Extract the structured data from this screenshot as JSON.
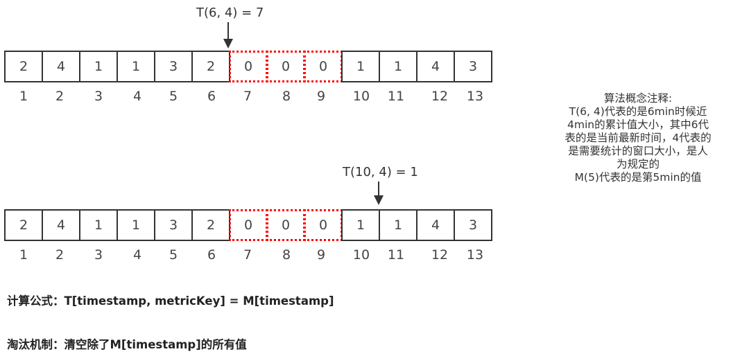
{
  "diagram": {
    "top_pointer": {
      "label": "T(6, 4) = 7",
      "points_after_index": 6
    },
    "bottom_pointer": {
      "label": "T(10, 4) = 1",
      "points_after_index": 10
    },
    "top_row": {
      "values": [
        "2",
        "4",
        "1",
        "1",
        "3",
        "2",
        "0",
        "0",
        "0",
        "1",
        "1",
        "4",
        "3"
      ],
      "indices": [
        "1",
        "2",
        "3",
        "4",
        "5",
        "6",
        "7",
        "8",
        "9",
        "10",
        "11",
        "12",
        "13"
      ],
      "cleared_cells": [
        7,
        8,
        9
      ]
    },
    "bottom_row": {
      "values": [
        "2",
        "4",
        "1",
        "1",
        "3",
        "2",
        "0",
        "0",
        "0",
        "1",
        "1",
        "4",
        "3"
      ],
      "indices": [
        "1",
        "2",
        "3",
        "4",
        "5",
        "6",
        "7",
        "8",
        "9",
        "10",
        "11",
        "12",
        "13"
      ],
      "cleared_cells": [
        7,
        8,
        9
      ]
    },
    "colors": {
      "cell_border": "#333333",
      "cleared_border": "#ff0000"
    }
  },
  "note": {
    "lines": [
      "算法概念注释:",
      "T(6, 4)代表的是6min时候近",
      "4min的累计值大小，其中6代",
      "表的是当前最新时间，4代表的",
      "是需要统计的窗口大小，是人",
      "为规定的",
      "M(5)代表的是第5min的值"
    ]
  },
  "formulas": {
    "calc": "计算公式：T[timestamp, metricKey] = M[timestamp]",
    "evict": "淘汰机制：清空除了M[timestamp]的所有值"
  }
}
